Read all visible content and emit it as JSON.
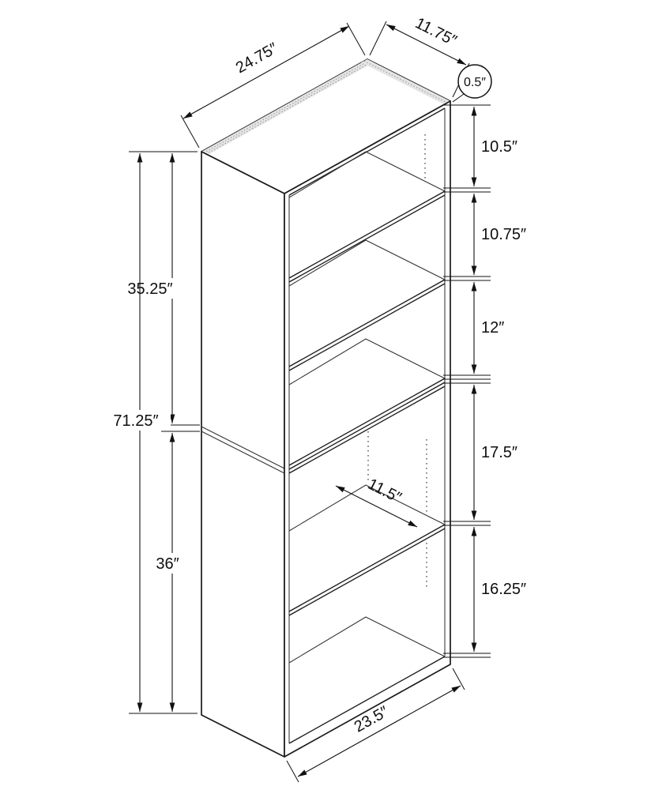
{
  "drawing": {
    "labels": {
      "top_width": "24.75″",
      "top_depth": "11.75″",
      "top_board_thickness": "0.5″",
      "opening_1_height": "10.5″",
      "opening_2_height": "10.75″",
      "opening_3_height": "12″",
      "opening_4_height": "17.5″",
      "opening_5_height": "16.25″",
      "upper_section_height": "35.25″",
      "total_height": "71.25″",
      "lower_section_height": "36″",
      "shelf_depth": "11.5″",
      "base_width": "23.5″"
    }
  }
}
